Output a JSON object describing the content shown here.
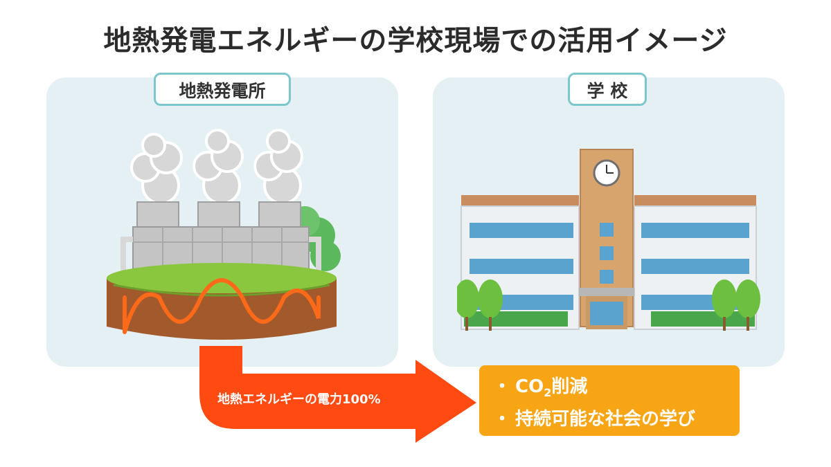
{
  "title": "地熱発電エネルギーの学校現場での活用イメージ",
  "panels": {
    "left_label": "地熱発電所",
    "right_label": "学 校"
  },
  "flow": {
    "arrow_label": "地熱エネルギーの電力100%"
  },
  "benefits": {
    "items": [
      {
        "bullet": "・",
        "text_pre": "CO",
        "sub": "2",
        "text_post": "削減"
      },
      {
        "bullet": "・",
        "text": "持続可能な社会の学び"
      }
    ]
  },
  "colors": {
    "panel_bg": "#e4f0f3",
    "label_border": "#7cc7cc",
    "arrow": "#ff4a12",
    "benefit_box": "#f7a415",
    "earth": "#a25a2c",
    "grass": "#8bc63f",
    "heat_wave": "#ff6a1a"
  },
  "icons": {
    "plant": "geothermal-power-plant-illustration",
    "school": "school-building-illustration",
    "clock": "clock-icon"
  }
}
